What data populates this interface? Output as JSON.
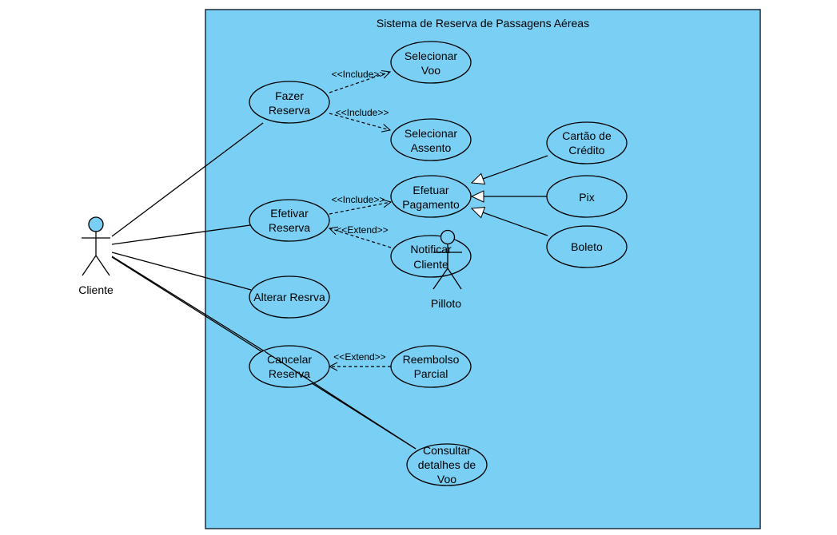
{
  "colors": {
    "boundary_fill": "#7acff4",
    "stroke": "#000000",
    "text": "#000000"
  },
  "system": {
    "title": "Sistema de Reserva de Passagens Aéreas"
  },
  "actors": {
    "cliente": "Cliente",
    "piloto": "Pilloto"
  },
  "use_cases": {
    "fazer_reserva": [
      "Fazer",
      "Reserva"
    ],
    "selecionar_voo": [
      "Selecionar",
      "Voo"
    ],
    "selecionar_assento": [
      "Selecionar",
      "Assento"
    ],
    "efetivar_reserva": [
      "Efetivar",
      "Reserva"
    ],
    "efetuar_pagamento": [
      "Efetuar",
      "Pagamento"
    ],
    "notificar_cliente": [
      "Notificar",
      "Cliente"
    ],
    "cartao_credito": [
      "Cartão de",
      "Crédito"
    ],
    "pix": [
      "Pix"
    ],
    "boleto": [
      "Boleto"
    ],
    "alterar_reserva": [
      "Alterar Resrva"
    ],
    "cancelar_reserva": [
      "Cancelar",
      "Reserva"
    ],
    "reembolso_parcial": [
      "Reembolso",
      "Parcial"
    ],
    "consultar_voo": [
      "Consultar",
      "detalhes de",
      "Voo"
    ]
  },
  "stereotypes": {
    "include_1": "<<Include>>",
    "include_2": "<<Include>>",
    "include_3": "<<Include>>",
    "extend_1": "<<Extend>>",
    "extend_2": "<<Extend>>"
  }
}
